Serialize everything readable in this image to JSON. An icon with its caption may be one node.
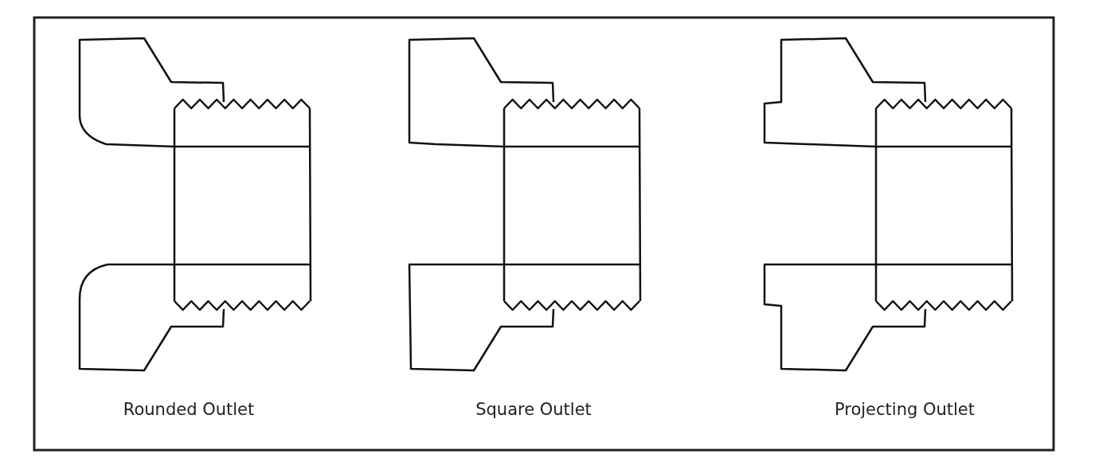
{
  "diagram": {
    "labels": [
      "Rounded Outlet",
      "Square Outlet",
      "Projecting Outlet"
    ]
  }
}
